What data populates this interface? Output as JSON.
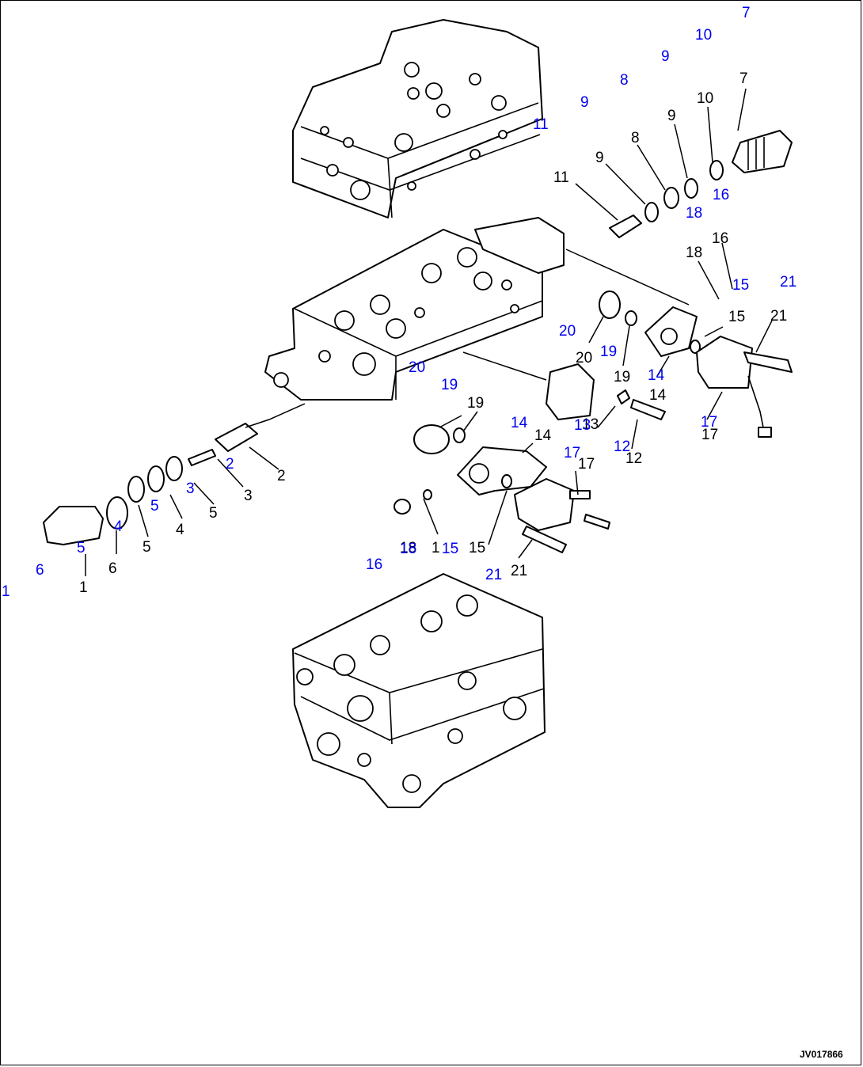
{
  "figure_code": "JV017866",
  "colors": {
    "link": "#0000ee",
    "line": "#000000",
    "background": "#ffffff"
  },
  "callouts": [
    "1",
    "2",
    "2",
    "3",
    "3",
    "4",
    "4",
    "5",
    "5",
    "5",
    "5",
    "6",
    "6",
    "7",
    "7",
    "8",
    "8",
    "9",
    "9",
    "9",
    "9",
    "10",
    "10",
    "11",
    "11",
    "12",
    "12",
    "13",
    "13",
    "14",
    "14",
    "14",
    "14",
    "15",
    "15",
    "15",
    "15",
    "15",
    "16",
    "16",
    "16",
    "16",
    "17",
    "17",
    "17",
    "17",
    "18",
    "18",
    "18",
    "19",
    "19",
    "19",
    "19",
    "20",
    "20",
    "20",
    "21",
    "21",
    "21",
    "21"
  ],
  "links": [
    "7",
    "10",
    "9",
    "8",
    "9",
    "11",
    "16",
    "18",
    "15",
    "21",
    "20",
    "19",
    "20",
    "14",
    "19",
    "13",
    "12",
    "17",
    "14",
    "17",
    "2",
    "3",
    "5",
    "4",
    "5",
    "18",
    "15",
    "6",
    "16",
    "21",
    "1"
  ]
}
